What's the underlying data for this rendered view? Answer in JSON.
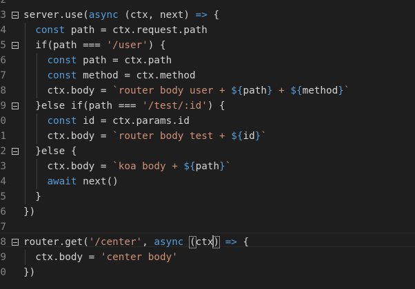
{
  "editor": {
    "colors": {
      "background": "#1e1e1e",
      "keyword": "#569cd6",
      "string": "#ce9178",
      "text": "#d4d4d4",
      "line_number": "#858585"
    },
    "line_numbers": [
      "2",
      "3",
      "4",
      "5",
      "6",
      "7",
      "8",
      "9",
      "0",
      "1",
      "2",
      "3",
      "4",
      "5",
      "6",
      "7",
      "8",
      "9",
      "0"
    ],
    "lines": [
      {
        "tokens": []
      },
      {
        "tokens": [
          {
            "t": "server.use(",
            "c": "t-var"
          },
          {
            "t": "async",
            "c": "t-kw"
          },
          {
            "t": " (ctx, next) ",
            "c": "t-var"
          },
          {
            "t": "=>",
            "c": "t-kw"
          },
          {
            "t": " {",
            "c": "t-punc"
          }
        ]
      },
      {
        "tokens": [
          {
            "t": "  ",
            "c": "t-var"
          },
          {
            "t": "const",
            "c": "t-kw"
          },
          {
            "t": " path = ctx.request.path",
            "c": "t-var"
          }
        ]
      },
      {
        "tokens": [
          {
            "t": "  if(path === ",
            "c": "t-var"
          },
          {
            "t": "'/user'",
            "c": "t-str"
          },
          {
            "t": ") {",
            "c": "t-punc"
          }
        ]
      },
      {
        "tokens": [
          {
            "t": "    ",
            "c": "t-var"
          },
          {
            "t": "const",
            "c": "t-kw"
          },
          {
            "t": " path = ctx.path",
            "c": "t-var"
          }
        ]
      },
      {
        "tokens": [
          {
            "t": "    ",
            "c": "t-var"
          },
          {
            "t": "const",
            "c": "t-kw"
          },
          {
            "t": " method = ctx.method",
            "c": "t-var"
          }
        ]
      },
      {
        "tokens": [
          {
            "t": "    ctx.body = ",
            "c": "t-var"
          },
          {
            "t": "`router body user + ",
            "c": "t-str"
          },
          {
            "t": "${",
            "c": "t-tpl"
          },
          {
            "t": "path",
            "c": "t-var"
          },
          {
            "t": "}",
            "c": "t-tpl"
          },
          {
            "t": " + ",
            "c": "t-str"
          },
          {
            "t": "${",
            "c": "t-tpl"
          },
          {
            "t": "method",
            "c": "t-var"
          },
          {
            "t": "}",
            "c": "t-tpl"
          },
          {
            "t": "`",
            "c": "t-str"
          }
        ]
      },
      {
        "tokens": [
          {
            "t": "  }else if(path === ",
            "c": "t-var"
          },
          {
            "t": "'/test/:id'",
            "c": "t-str"
          },
          {
            "t": ") {",
            "c": "t-punc"
          }
        ]
      },
      {
        "tokens": [
          {
            "t": "    ",
            "c": "t-var"
          },
          {
            "t": "const",
            "c": "t-kw"
          },
          {
            "t": " id = ctx.params.id",
            "c": "t-var"
          }
        ]
      },
      {
        "tokens": [
          {
            "t": "    ctx.body = ",
            "c": "t-var"
          },
          {
            "t": "`router body test + ",
            "c": "t-str"
          },
          {
            "t": "${",
            "c": "t-tpl"
          },
          {
            "t": "id",
            "c": "t-var"
          },
          {
            "t": "}",
            "c": "t-tpl"
          },
          {
            "t": "`",
            "c": "t-str"
          }
        ]
      },
      {
        "tokens": [
          {
            "t": "  }else {",
            "c": "t-var"
          }
        ]
      },
      {
        "tokens": [
          {
            "t": "    ctx.body = ",
            "c": "t-var"
          },
          {
            "t": "`koa body + ",
            "c": "t-str"
          },
          {
            "t": "${",
            "c": "t-tpl"
          },
          {
            "t": "path",
            "c": "t-var"
          },
          {
            "t": "}",
            "c": "t-tpl"
          },
          {
            "t": "`",
            "c": "t-str"
          }
        ]
      },
      {
        "tokens": [
          {
            "t": "    ",
            "c": "t-var"
          },
          {
            "t": "await",
            "c": "t-kw"
          },
          {
            "t": " next()",
            "c": "t-var"
          }
        ]
      },
      {
        "tokens": [
          {
            "t": "  }",
            "c": "t-punc"
          }
        ]
      },
      {
        "tokens": [
          {
            "t": "})",
            "c": "t-punc"
          }
        ]
      },
      {
        "tokens": []
      },
      {
        "tokens": [
          {
            "t": "router.get(",
            "c": "t-var"
          },
          {
            "t": "'/center'",
            "c": "t-str"
          },
          {
            "t": ", ",
            "c": "t-var"
          },
          {
            "t": "async",
            "c": "t-kw"
          },
          {
            "t": " ",
            "c": "t-var"
          },
          {
            "t": "(",
            "c": "t-punc bracket-box"
          },
          {
            "t": "ctx",
            "c": "t-var"
          },
          {
            "t": ")",
            "c": "t-punc bracket-box"
          },
          {
            "t": " ",
            "c": "t-var"
          },
          {
            "t": "=>",
            "c": "t-kw"
          },
          {
            "t": " {",
            "c": "t-punc"
          }
        ]
      },
      {
        "tokens": [
          {
            "t": "  ctx.body = ",
            "c": "t-var"
          },
          {
            "t": "'center body'",
            "c": "t-str"
          }
        ]
      },
      {
        "tokens": [
          {
            "t": "})",
            "c": "t-punc"
          }
        ]
      }
    ],
    "fold_markers": [
      "3",
      "5",
      "9",
      "2",
      "8"
    ]
  }
}
